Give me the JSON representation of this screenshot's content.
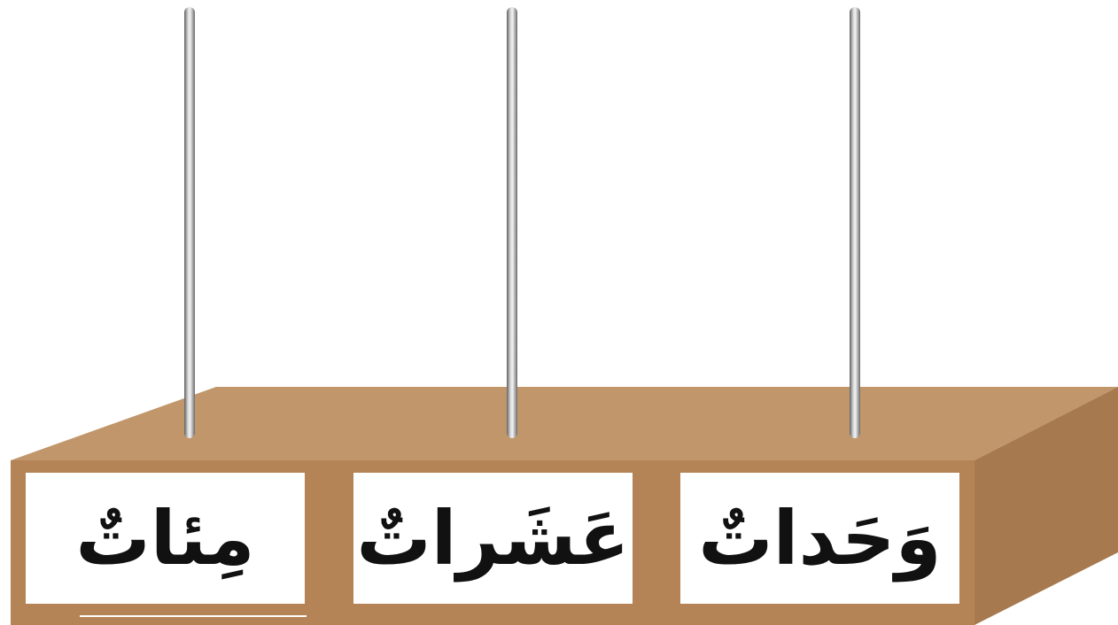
{
  "abacus": {
    "columns": [
      {
        "key": "hundreds",
        "label": "مِئاتٌ"
      },
      {
        "key": "tens",
        "label": "عَشَراتٌ"
      },
      {
        "key": "ones",
        "label": "وَحَداتٌ"
      }
    ],
    "colors": {
      "box_top": "#c1966a",
      "box_front": "#b48456",
      "box_side": "#a67a4e",
      "rod": "#8a8a8a",
      "rod_highlight": "#e6e6e6",
      "label_bg": "#ffffff",
      "label_text": "#111111",
      "diacritic": "#d11a2a"
    }
  }
}
